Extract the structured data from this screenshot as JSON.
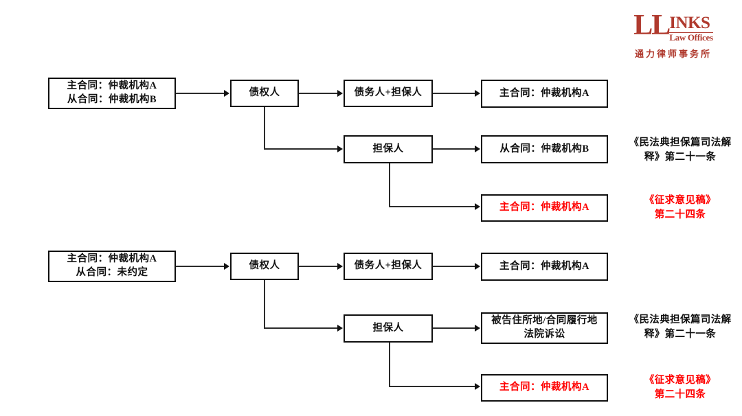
{
  "brand": {
    "mark_left": "LL",
    "mark_right": "INKS",
    "tagline": "Law Offices",
    "chinese_name": "通力律师事务所",
    "color": "#b03a2e"
  },
  "colors": {
    "box_border": "#0f0f0f",
    "text": "#111111",
    "highlight": "#ff0000",
    "connector": "#2b2b2b"
  },
  "diagram": {
    "type": "flowchart",
    "rows": [
      {
        "id": "row-1",
        "contract_box": "主合同：仲裁机构A\n从合同：仲裁机构B",
        "creditor": "债权人",
        "branch_top": {
          "party": "债务人+担保人",
          "outcome": "主合同：仲裁机构A",
          "outcome_highlighted": false
        },
        "branch_mid": {
          "party": "担保人",
          "outcome": "从合同：仲裁机构B",
          "outcome_highlighted": false
        },
        "branch_bottom": {
          "outcome": "主合同：仲裁机构A",
          "outcome_highlighted": true
        },
        "note_mid": "《民法典担保篇司法解释》第二十一条",
        "note_bottom": "《征求意见稿》\n第二十四条"
      },
      {
        "id": "row-2",
        "contract_box": "主合同：仲裁机构A\n从合同：未约定",
        "creditor": "债权人",
        "branch_top": {
          "party": "债务人+担保人",
          "outcome": "主合同：仲裁机构A",
          "outcome_highlighted": false
        },
        "branch_mid": {
          "party": "担保人",
          "outcome": "被告住所地/合同履行地\n法院诉讼",
          "outcome_highlighted": false
        },
        "branch_bottom": {
          "outcome": "主合同：仲裁机构A",
          "outcome_highlighted": true
        },
        "note_mid": "《民法典担保篇司法解释》第二十一条",
        "note_bottom": "《征求意见稿》\n第二十四条"
      }
    ]
  }
}
